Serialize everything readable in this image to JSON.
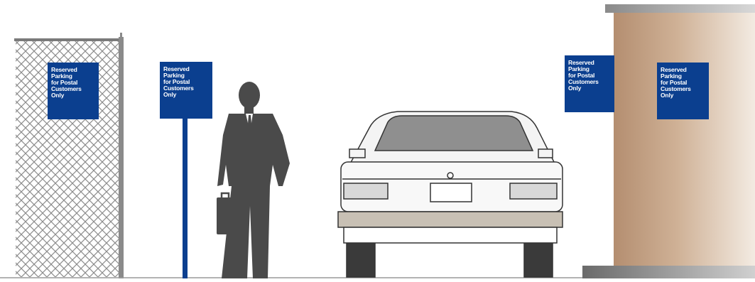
{
  "colors": {
    "sign_blue": "#0b3f8f",
    "post_blue": "#0b3f8f",
    "fence_gray": "#9a9a9a",
    "figure_gray": "#4a4a4a",
    "column_tan": "#c9a98e",
    "car_outline": "#333333"
  },
  "signs": [
    {
      "id": "sign-on-fence",
      "lines": [
        "Reserved",
        "Parking",
        "for Postal",
        "Customers",
        "Only"
      ]
    },
    {
      "id": "sign-on-post",
      "lines": [
        "Reserved",
        "Parking",
        "for Postal",
        "Customers",
        "Only"
      ]
    },
    {
      "id": "sign-column-edge",
      "lines": [
        "Reserved",
        "Parking",
        "for Postal",
        "Customers",
        "Only"
      ]
    },
    {
      "id": "sign-on-column",
      "lines": [
        "Reserved",
        "Parking",
        "for Postal",
        "Customers",
        "Only"
      ]
    }
  ]
}
